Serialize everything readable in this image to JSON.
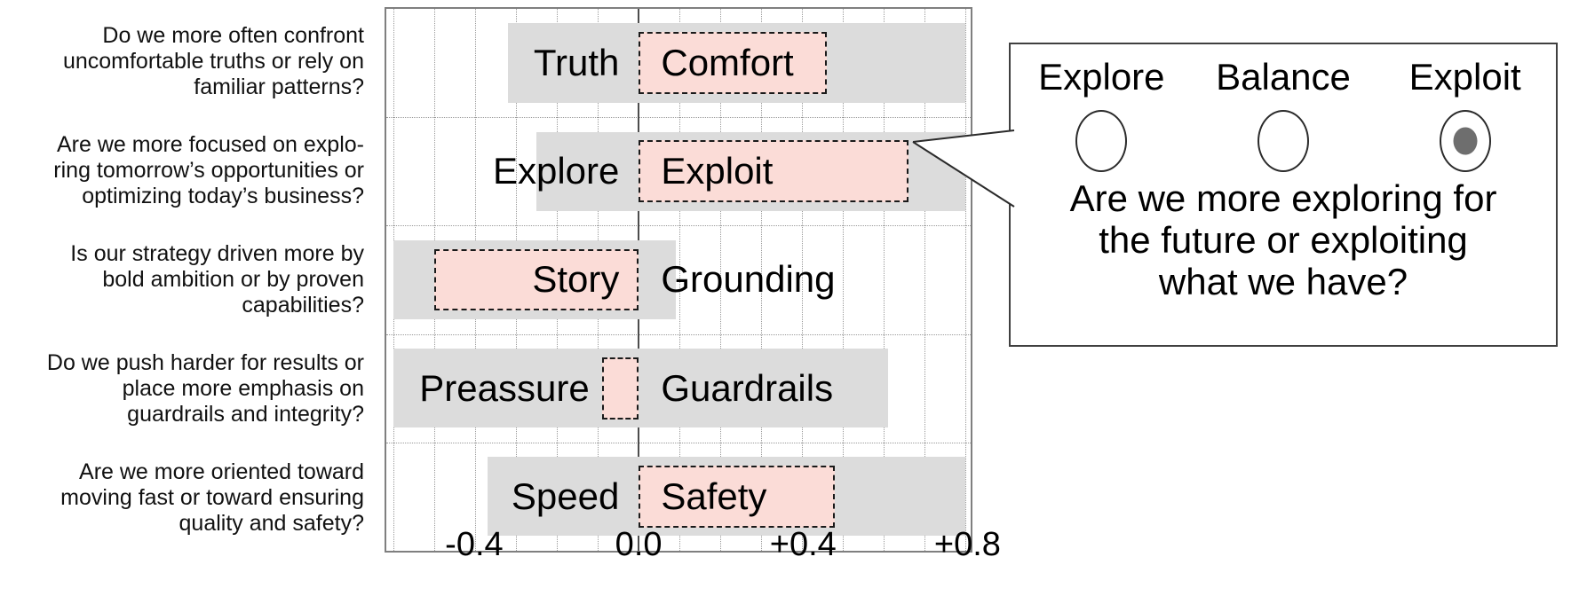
{
  "chart_data": {
    "type": "bar",
    "title": "",
    "description": "Diverging tension sliders: gray bar = range of responses, pink dashed bar = average score from 0 toward one pole",
    "x_axis": {
      "range": [
        -0.618,
        0.812
      ],
      "ticks": [
        -0.4,
        0.0,
        0.4,
        0.8
      ],
      "tick_labels": [
        "-0.4",
        "0.0",
        "+0.4",
        "+0.8"
      ],
      "minor_grid_step": 0.1,
      "grid": "dotted"
    },
    "rows": [
      {
        "question_lines": [
          "Do we more often confront",
          "uncomfortable truths or rely on",
          "familiar patterns?"
        ],
        "left_label": "Truth",
        "right_label": "Comfort",
        "range_bar": [
          -0.32,
          0.8
        ],
        "value_bar": [
          0.0,
          0.46
        ],
        "value": 0.46,
        "leaning": "Comfort"
      },
      {
        "question_lines": [
          "Are we more focused on explo-",
          "ring tomorrow’s opportunities or",
          "optimizing today’s business?"
        ],
        "left_label": "Explore",
        "right_label": "Exploit",
        "range_bar": [
          -0.25,
          0.8
        ],
        "value_bar": [
          0.0,
          0.66
        ],
        "value": 0.66,
        "leaning": "Exploit"
      },
      {
        "question_lines": [
          "Is our strategy driven more by",
          "bold ambition or by proven",
          "capabilities?"
        ],
        "left_label": "Story",
        "right_label": "Grounding",
        "range_bar": [
          -0.6,
          0.09
        ],
        "value_bar": [
          -0.5,
          0.0
        ],
        "value": -0.5,
        "leaning": "Story"
      },
      {
        "question_lines": [
          "Do we push harder for results or",
          "place more emphasis on",
          "guardrails and integrity?"
        ],
        "left_label": "Preassure",
        "right_label": "Guardrails",
        "range_bar": [
          -0.6,
          0.61
        ],
        "value_bar": [
          -0.09,
          0.0
        ],
        "value": -0.09,
        "leaning": "Preassure"
      },
      {
        "question_lines": [
          "Are we more oriented toward",
          "moving fast or toward ensuring",
          "quality and safety?"
        ],
        "left_label": "Speed",
        "right_label": "Safety",
        "range_bar": [
          -0.37,
          0.8
        ],
        "value_bar": [
          0.0,
          0.48
        ],
        "value": 0.48,
        "leaning": "Safety"
      }
    ]
  },
  "callout": {
    "options": [
      "Explore",
      "Balance",
      "Exploit"
    ],
    "selected": "Exploit",
    "selected_index": 2,
    "question_lines": [
      "Are we more exploring for",
      "the future or exploiting",
      "what we have?"
    ],
    "question": "Are we more exploring for the future or exploiting what we have?",
    "points_to_row": "Explore / Exploit",
    "points_to_value": 0.66
  },
  "colors": {
    "range_bar": "#dcdcdc",
    "value_bar_fill": "#fbdcd7",
    "value_bar_border": "#1a1a1a",
    "zero_line": "#4d4d4d",
    "grid": "#9a9a9a",
    "plot_border": "#7f7f7f",
    "radio_dot": "#6e6e6e",
    "text": "#000000"
  }
}
